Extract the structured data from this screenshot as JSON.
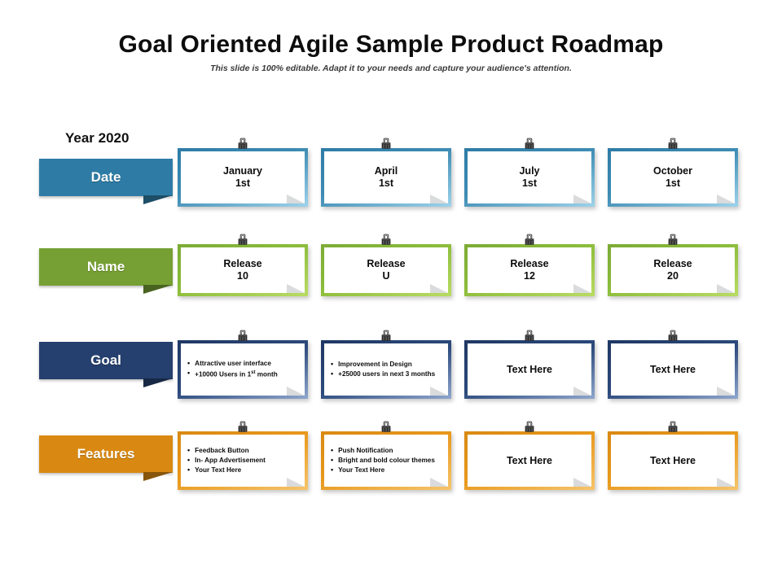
{
  "header": {
    "title": "Goal Oriented Agile Sample Product Roadmap",
    "subtitle": "This slide is  100% editable. Adapt it to your needs and capture your audience's attention.",
    "year_label": "Year 2020"
  },
  "colors": {
    "date": "#2E7CA6",
    "name": "#76A033",
    "goal": "#25406E",
    "features": "#D98912",
    "card_paper": "#FFFFFF",
    "title_text": "#0D0D0D"
  },
  "rows": {
    "date": {
      "label": "Date",
      "cards": [
        {
          "line1": "January",
          "line2": "1st"
        },
        {
          "line1": "April",
          "line2": "1st"
        },
        {
          "line1": "July",
          "line2": "1st"
        },
        {
          "line1": "October",
          "line2": "1st"
        }
      ]
    },
    "name": {
      "label": "Name",
      "cards": [
        {
          "line1": "Release",
          "line2": "10"
        },
        {
          "line1": "Release",
          "line2": "U"
        },
        {
          "line1": "Release",
          "line2": "12"
        },
        {
          "line1": "Release",
          "line2": "20"
        }
      ]
    },
    "goal": {
      "label": "Goal",
      "cards": [
        {
          "bullets": [
            "Attractive user interface",
            "+10000 Users in 1st month"
          ],
          "bullets_html": [
            "Attractive user interface",
            "+10000 Users in 1<sup>st</sup> month"
          ]
        },
        {
          "bullets": [
            "Improvement in Design",
            "+25000 users in next 3 months"
          ],
          "bullets_html": [
            "Improvement in Design",
            "+25000 users in next 3 months"
          ]
        },
        {
          "center": "Text Here"
        },
        {
          "center": "Text Here"
        }
      ]
    },
    "features": {
      "label": "Features",
      "cards": [
        {
          "bullets": [
            "Feedback Button",
            "In- App Advertisement",
            "Your Text Here"
          ],
          "bullets_html": [
            "Feedback Button",
            "In- App Advertisement",
            "Your Text Here"
          ]
        },
        {
          "bullets": [
            "Push Notification",
            "Bright and bold colour themes",
            "Your Text Here"
          ],
          "bullets_html": [
            "Push Notification",
            "Bright and bold colour themes",
            "Your Text Here"
          ]
        },
        {
          "center": "Text Here"
        },
        {
          "center": "Text Here"
        }
      ]
    }
  },
  "icons": {
    "clip": "binder-clip-icon",
    "page_fold": "page-fold-corner-icon",
    "ribbon_fold": "ribbon-fold-icon"
  },
  "bullet_glyph": "•"
}
